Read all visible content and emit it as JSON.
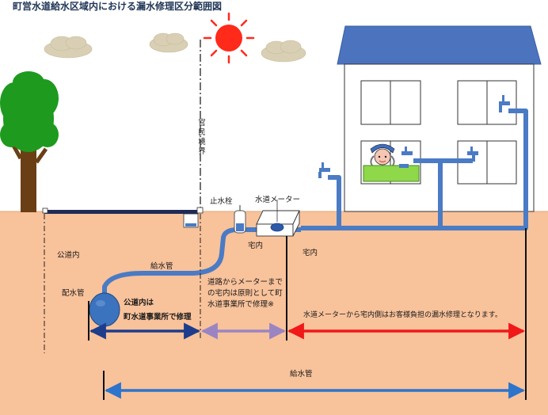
{
  "title": "町営水道給水区域内における漏水修理区分範囲図",
  "labels": {
    "boundary": "官民境界",
    "stop_valve": "止水栓",
    "water_meter": "水道メーター",
    "public_road_inside": "公道内",
    "service_pipe_upper": "給水管",
    "distribution_pipe": "配水管",
    "town_repair": "公道内は\n町水道事業所で修理",
    "house_inside_left": "宅内",
    "house_inside_right": "宅内",
    "road_to_meter": "道路からメーターまで\nの宅内は原則として町\n水道事業所で修理※",
    "customer_repair": "水道メーターから宅内側はお客様負担の漏水修理となります。",
    "service_pipe_bottom": "給水管"
  },
  "colors": {
    "soil": "#f8c29b",
    "pipe": "#4a7bc4",
    "sun": "#ff2a1a",
    "tree_green": "#1e9a1e",
    "trunk": "#6b3f16",
    "roof": "#4b73be",
    "arrow_navy": "#1d3c8c",
    "arrow_purple": "#9b84c2",
    "arrow_red": "#f01818",
    "arrow_blue": "#2c74cc",
    "water_box": "#8ed84a"
  }
}
